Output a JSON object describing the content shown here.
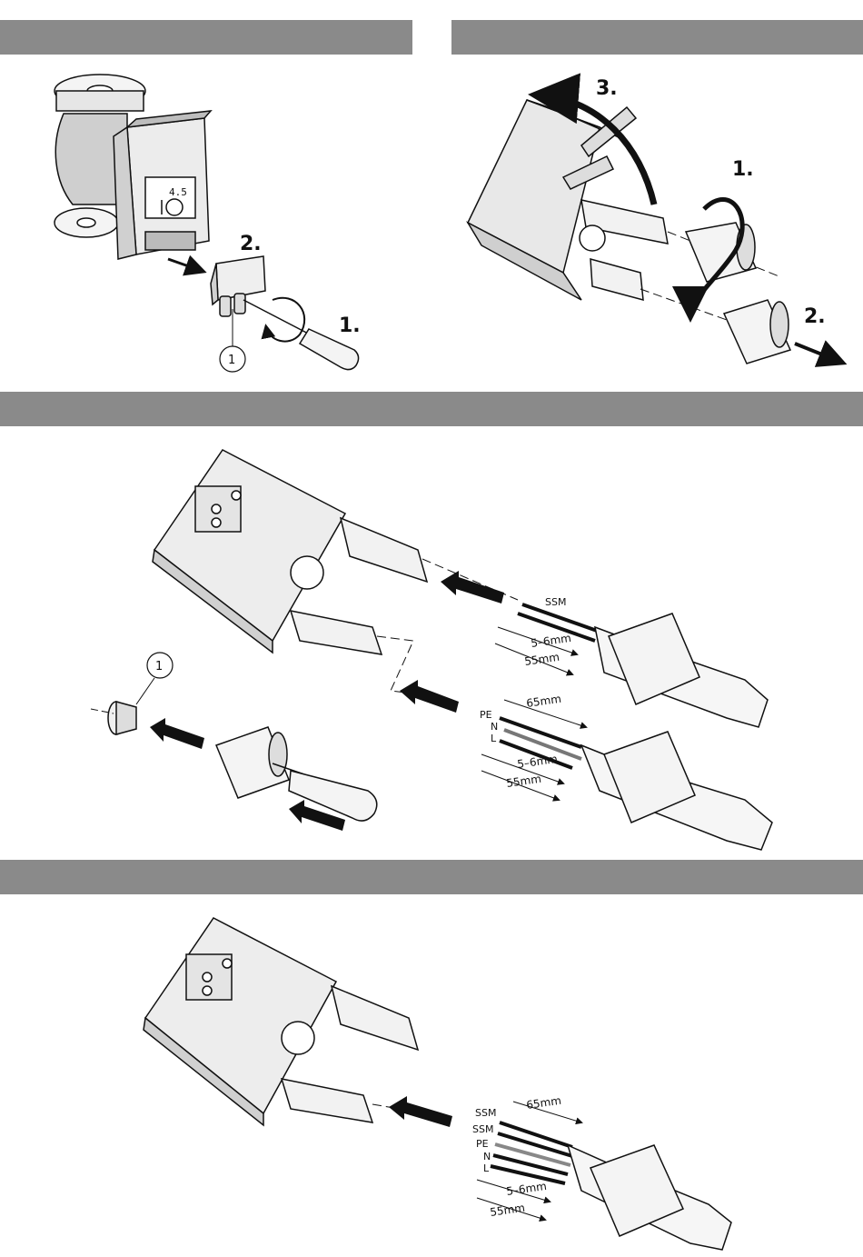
{
  "colors": {
    "header_bar": "#8a8a8a",
    "line": "#111111",
    "fill_light": "#f4f4f4",
    "fill_shade": "#d8d8d8",
    "arrow": "#111111"
  },
  "panel_1": {
    "display_value": "4.5",
    "step_1": "1.",
    "step_2": "2.",
    "callout": "1",
    "icons": [
      "pump-icon",
      "screwdriver-icon",
      "rotate-arrow-icon",
      "arrow-right-icon"
    ]
  },
  "panel_2": {
    "step_1": "1.",
    "step_2": "2.",
    "step_3": "3.",
    "icons": [
      "connector-box-icon",
      "cable-gland-nut-icon",
      "curved-arrow-icon",
      "arrow-right-icon"
    ]
  },
  "panel_3": {
    "callout": "1",
    "ssm_cable": {
      "wire_label": "SSM",
      "strip_length": "5–6mm",
      "sheath_length": "55mm"
    },
    "power_cable": {
      "wire_labels": [
        "PE",
        "N",
        "L"
      ],
      "long_length": "65mm",
      "strip_length": "5–6mm",
      "sheath_length": "55mm"
    },
    "icons": [
      "connector-box-icon",
      "plug-icon",
      "cable-gland-icon",
      "screwdriver-icon",
      "arrow-left-icon"
    ]
  },
  "panel_4": {
    "cable": {
      "wire_labels": [
        "SSM",
        "SSM",
        "PE",
        "N",
        "L"
      ],
      "long_length": "65mm",
      "strip_length": "5–6mm",
      "sheath_length": "55mm"
    },
    "icons": [
      "connector-box-icon",
      "cable-gland-icon",
      "arrow-left-icon"
    ]
  }
}
